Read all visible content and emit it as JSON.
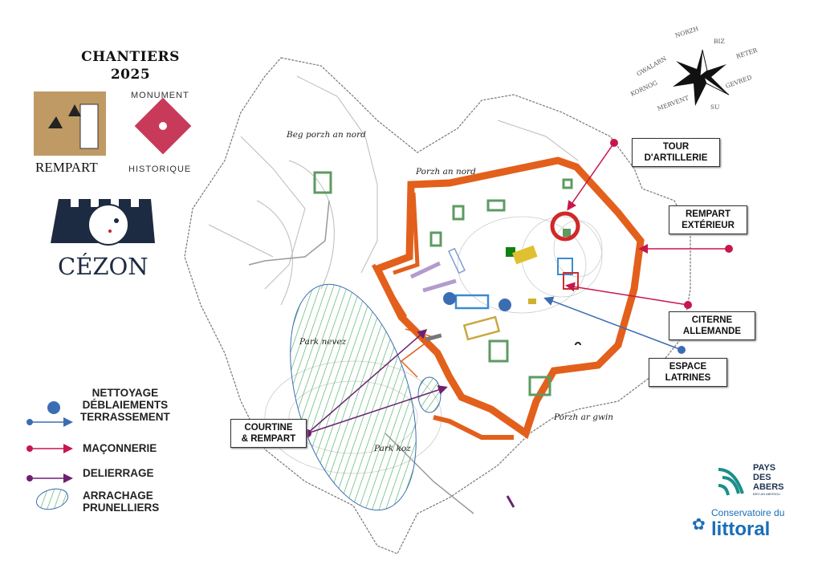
{
  "header": {
    "title_line1": "CHANTIERS",
    "title_line2": "2025"
  },
  "logos": {
    "rempart": "REMPART",
    "monument_top": "MONUMENT",
    "monument_bottom": "HISTORIQUE",
    "cezon": "CÉZON",
    "pays_des_abers": [
      "PAYS",
      "DES",
      "ABERS"
    ],
    "pays_des_abers_sub": "BRO AN ABERIOU",
    "conservatoire_line1": "Conservatoire du",
    "conservatoire_line2": "littoral"
  },
  "compass": {
    "n": "NORZH",
    "ne": "BIZ",
    "e": "RETER",
    "nw": "GWALARN",
    "w": "KORNOG",
    "se": "GEVRED",
    "sw": "MERVENT",
    "s": "SU"
  },
  "map_labels": {
    "beg_porzh": "Beg porzh an nord",
    "porzh_an_nord": "Porzh an nord",
    "park_nevez": "Park nevez",
    "park_koz": "Park koz",
    "porzh_ar_gwin": "Porzh ar gwin"
  },
  "callouts": {
    "tour": [
      "TOUR",
      "D'ARTILLERIE"
    ],
    "rempart": [
      "REMPART",
      "EXTÉRIEUR"
    ],
    "citerne": [
      "CITERNE",
      "ALLEMANDE"
    ],
    "latrines": [
      "ESPACE",
      "LATRINES"
    ],
    "courtine": [
      "COURTINE",
      "& REMPART"
    ]
  },
  "legend": {
    "nettoyage": [
      "NETTOYAGE",
      "DÉBLAIEMENTS",
      "TERRASSEMENT"
    ],
    "maconnerie": "MAÇONNERIE",
    "delierrage": "DELIERRAGE",
    "arrachage": [
      "ARRACHAGE",
      "PRUNELLIERS"
    ]
  },
  "colors": {
    "blue": "#3b6db3",
    "red": "#c8174b",
    "purple": "#6e2170",
    "orange": "#e2601c",
    "green": "#5e9a62",
    "hatch": "#3aa85a"
  }
}
